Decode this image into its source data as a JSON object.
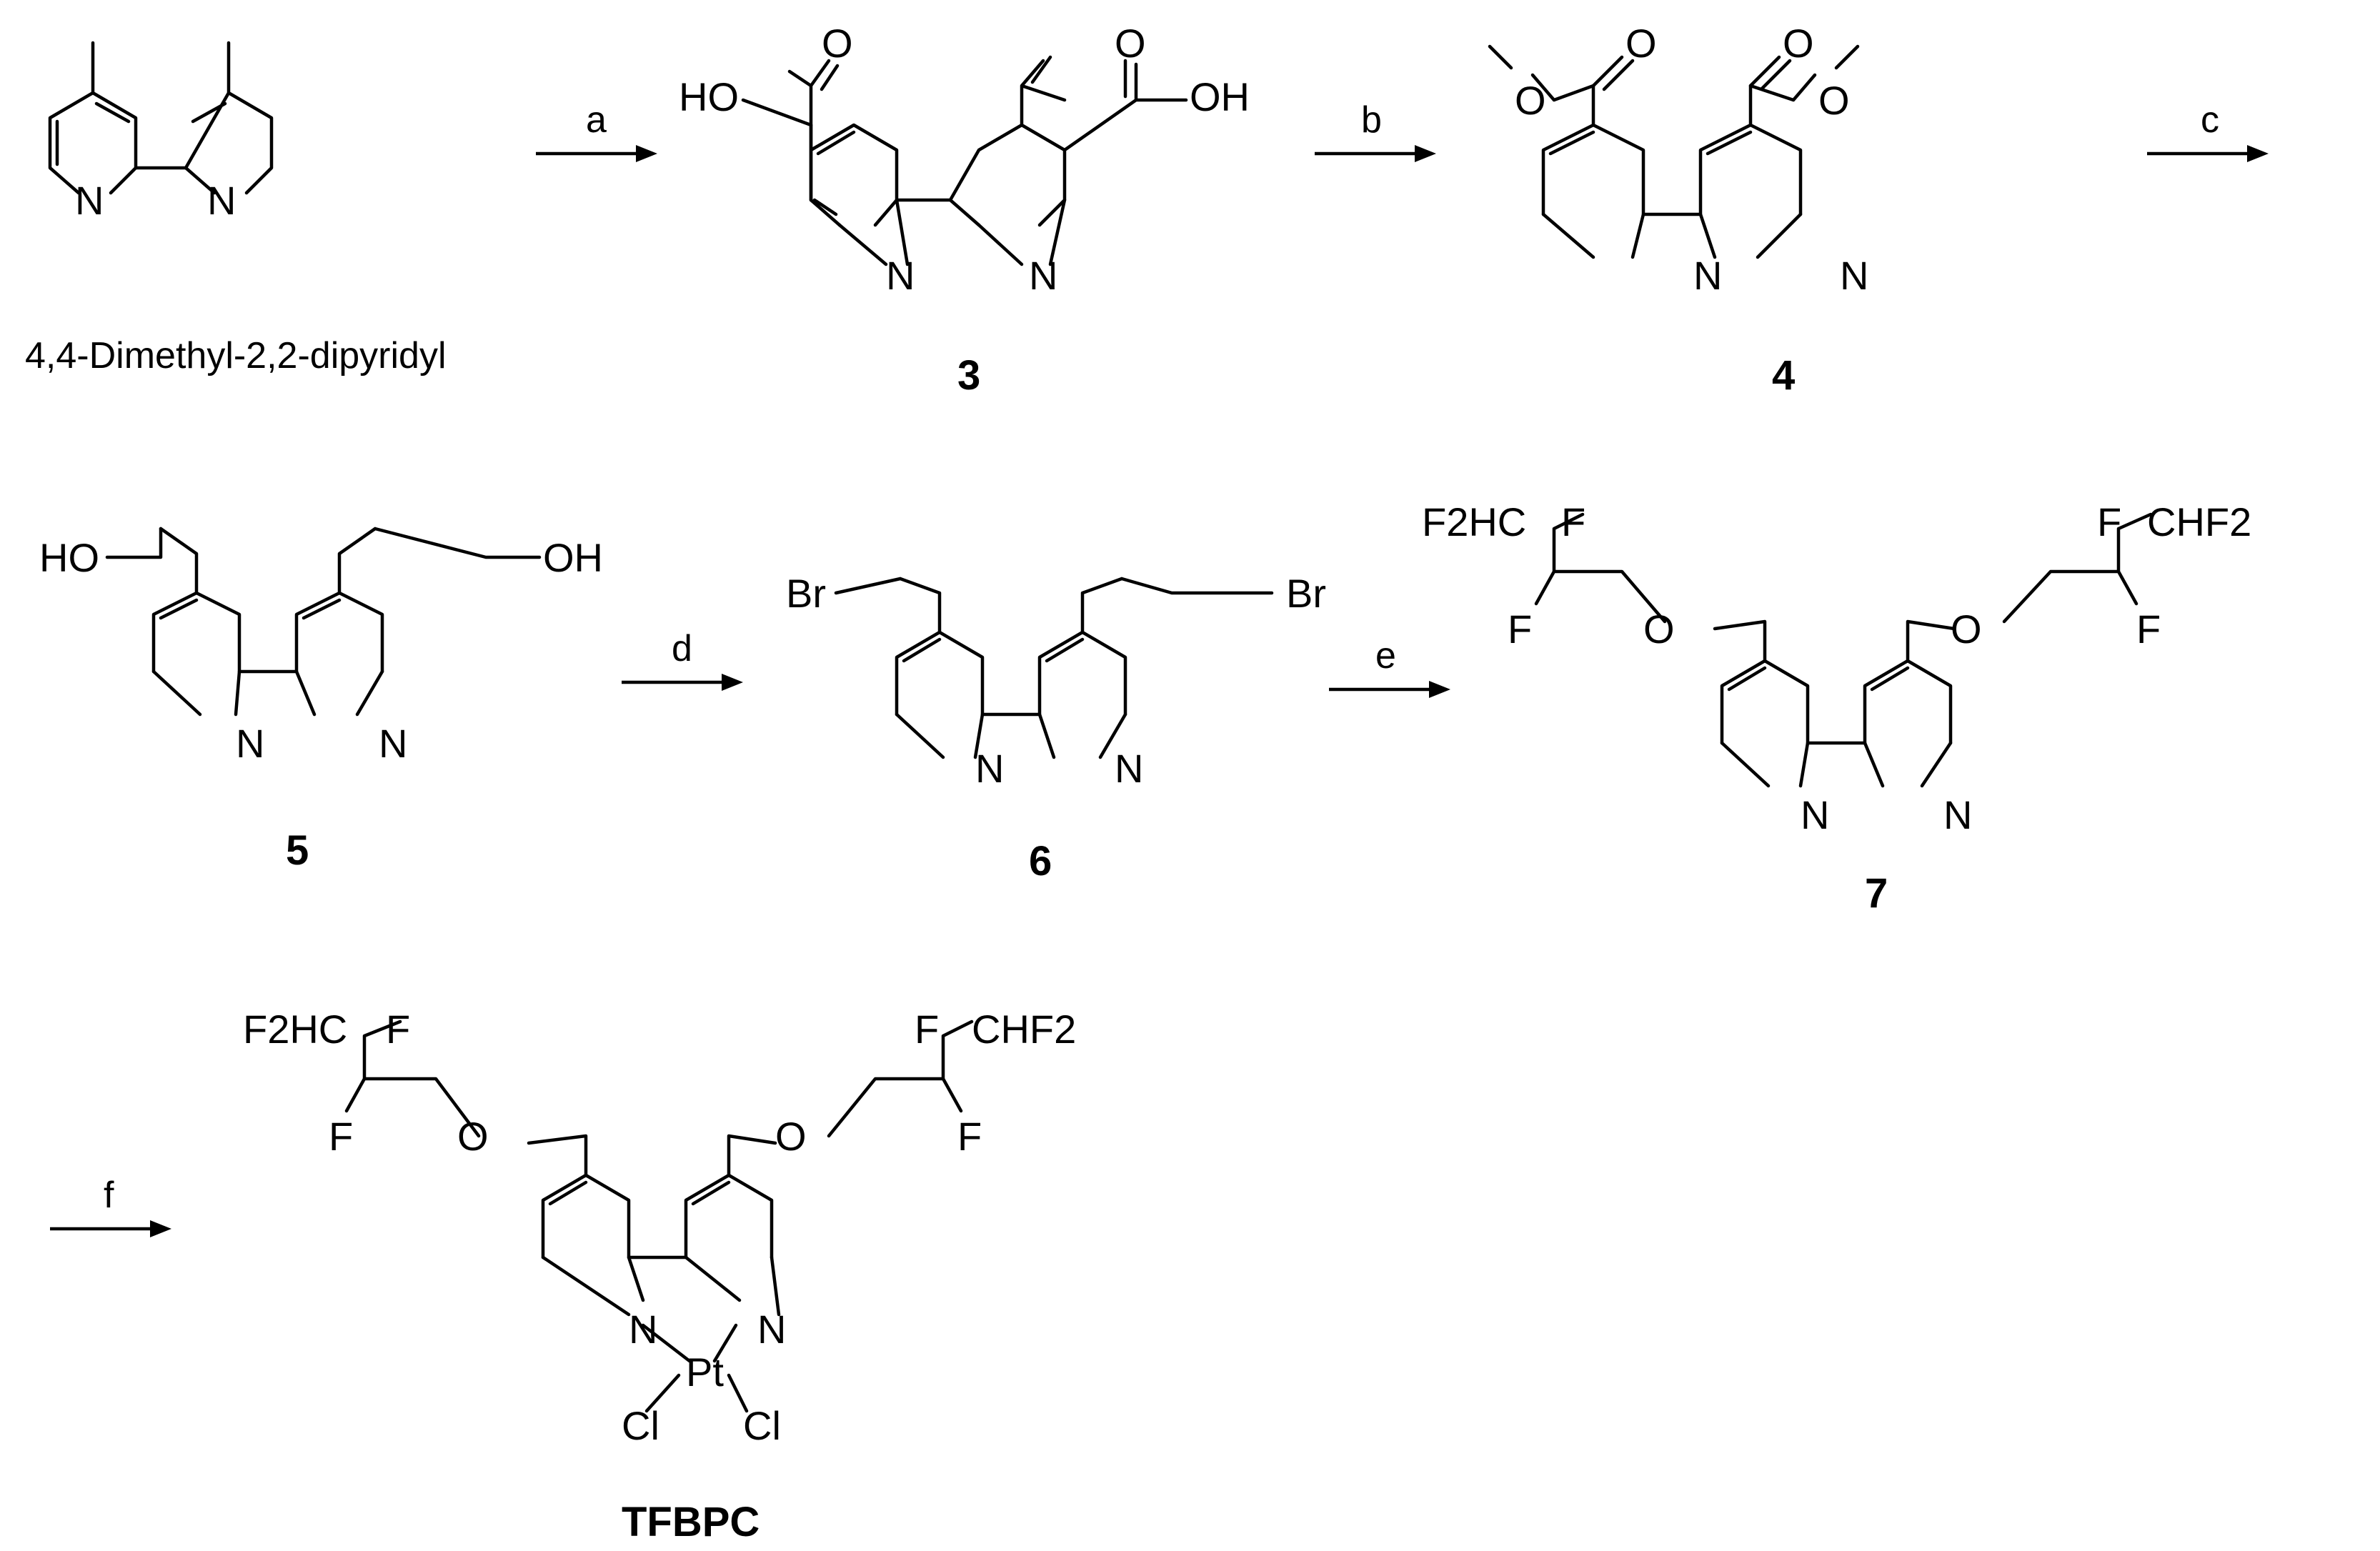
{
  "start_material": {
    "name": "4,4-Dimethyl-2,2-dipyridyl",
    "atoms": {
      "n1": "N",
      "n2": "N"
    }
  },
  "compounds": {
    "c3": {
      "id": "3",
      "atoms": {
        "ho": "HO",
        "o1": "O",
        "o2": "O",
        "oh": "OH",
        "n1": "N",
        "n2": "N"
      }
    },
    "c4": {
      "id": "4",
      "atoms": {
        "o1": "O",
        "o2": "O",
        "o3": "O",
        "o4": "O",
        "n1": "N",
        "n2": "N"
      }
    },
    "c5": {
      "id": "5",
      "atoms": {
        "ho": "HO",
        "oh": "OH",
        "n1": "N",
        "n2": "N"
      }
    },
    "c6": {
      "id": "6",
      "atoms": {
        "br1": "Br",
        "br2": "Br",
        "n1": "N",
        "n2": "N"
      }
    },
    "c7": {
      "id": "7",
      "atoms": {
        "f2hc": "F2HC",
        "f1": "F",
        "f2": "F",
        "o1": "O",
        "o2": "O",
        "f3": "F",
        "f4": "F",
        "chf2": "CHF2",
        "n1": "N",
        "n2": "N"
      }
    },
    "tfbpc": {
      "id": "TFBPC",
      "atoms": {
        "f2hc": "F2HC",
        "f1": "F",
        "f2": "F",
        "o1": "O",
        "o2": "O",
        "f3": "F",
        "f4": "F",
        "chf2": "CHF2",
        "n1": "N",
        "n2": "N",
        "pt": "Pt",
        "cl1": "Cl",
        "cl2": "Cl"
      }
    }
  },
  "reagents": {
    "a": "a",
    "b": "b",
    "c": "c",
    "d": "d",
    "e": "e",
    "f": "f"
  }
}
